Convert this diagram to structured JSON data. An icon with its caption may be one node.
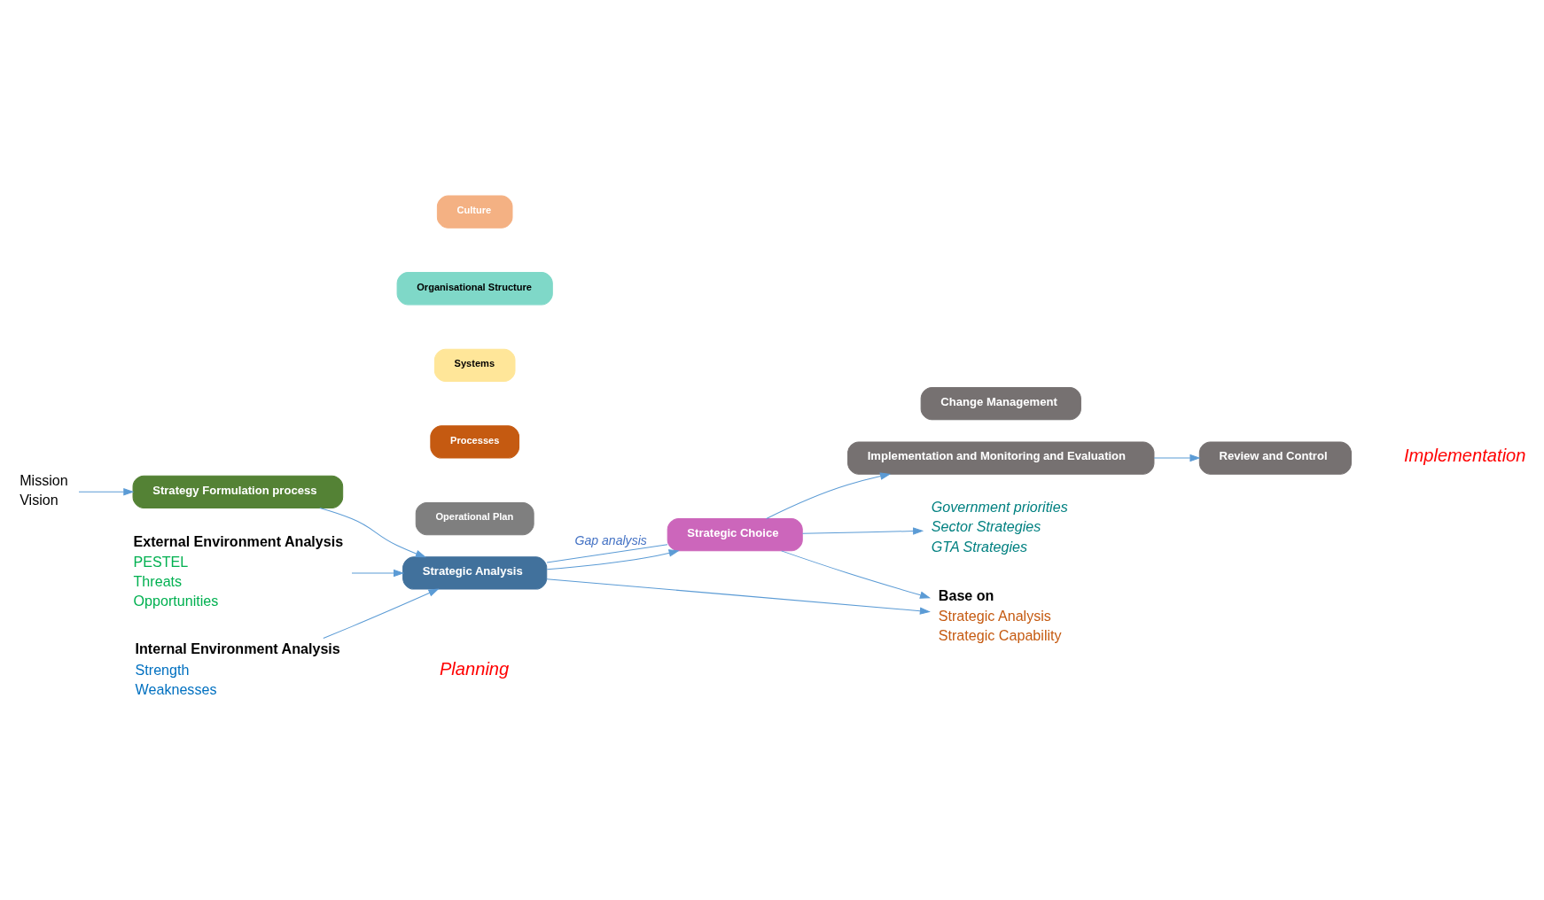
{
  "diagram": {
    "nodes": [
      {
        "text": [
          "Mission",
          "Vision"
        ]
      },
      {
        "text": [
          "External Environment Analysis",
          "PESTEL",
          "Threats",
          "Opportunities"
        ]
      },
      {
        "text": [
          "Strategy Formulation process"
        ]
      },
      {
        "text": [
          "Strategic Analysis"
        ]
      },
      {
        "text": [
          "Strategic Choice"
        ]
      },
      {
        "text": [
          "Internal Environment Analysis",
          "Strength",
          "Weaknesses"
        ]
      },
      {
        "text": [
          "Base on",
          "Strategic Analysis",
          "Strategic Capability"
        ]
      },
      {
        "text": [
          "Government priorities",
          "Sector Strategies",
          "GTA Strategies"
        ]
      },
      {
        "text": [
          "Implementation and Monitoring and Evaluation"
        ]
      },
      {
        "text": [
          "Review and Control"
        ]
      },
      {
        "text": [
          "Change Management"
        ]
      },
      {
        "text": [
          "Culture"
        ]
      },
      {
        "text": [
          "Organisational Structure"
        ]
      },
      {
        "text": [
          "Systems"
        ]
      },
      {
        "text": [
          "Processes"
        ]
      },
      {
        "text": [
          "Operational Plan"
        ]
      }
    ],
    "edges": [
      {
        "from": 0,
        "to": 2,
        "arrow": "to"
      },
      {
        "from": 2,
        "to": 3,
        "arrow": "to"
      },
      {
        "from": 1,
        "to": 3,
        "arrow": "to"
      },
      {
        "from": 5,
        "to": 3,
        "arrow": "to"
      },
      {
        "from": 3,
        "to": 4,
        "arrow": "to"
      },
      {
        "from": 3,
        "to": 4,
        "label": "Gap analysis",
        "arrow": "none"
      },
      {
        "from": 3,
        "to": 6,
        "arrow": "to"
      },
      {
        "from": 4,
        "to": 6,
        "arrow": "to"
      },
      {
        "from": 4,
        "to": 7,
        "arrow": "to"
      },
      {
        "from": 4,
        "to": 8,
        "arrow": "to"
      },
      {
        "from": 8,
        "to": 9,
        "arrow": "to"
      }
    ],
    "labels": [
      "Planning",
      "Implementation"
    ]
  }
}
